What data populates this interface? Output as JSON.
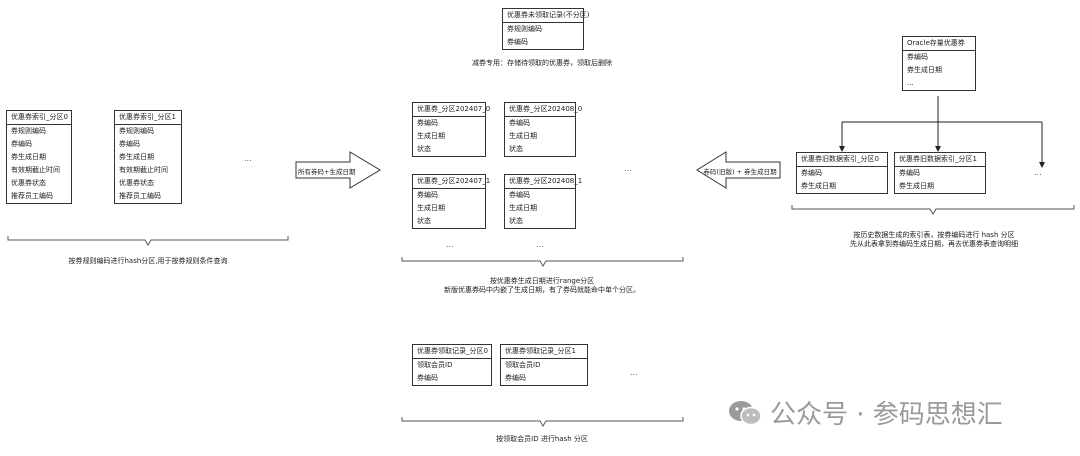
{
  "unused_table": {
    "title": "优惠券未领取记录(不分区)",
    "rows": [
      "券规则编码",
      "券编码"
    ],
    "note": "减券专用：存储待领取的优惠券，领取后删除"
  },
  "index_tables": [
    {
      "title": "优惠券索引_分区0",
      "rows": [
        "券规则编码",
        "券编码",
        "券生成日期",
        "有效期截止时间",
        "优惠券状态",
        "推荐员工编码"
      ]
    },
    {
      "title": "优惠券索引_分区1",
      "rows": [
        "券规则编码",
        "券编码",
        "券生成日期",
        "有效期截止时间",
        "优惠券状态",
        "推荐员工编码"
      ]
    }
  ],
  "index_note": "按券规则编码进行hash分区,用于按券规则条件查询",
  "arrow_left_label": "所有券码+生成日期",
  "coupon_tables": [
    {
      "title": "优惠券_分区202407_0",
      "rows": [
        "券编码",
        "生成日期",
        "状态"
      ]
    },
    {
      "title": "优惠券_分区202408_0",
      "rows": [
        "券编码",
        "生成日期",
        "状态"
      ]
    },
    {
      "title": "优惠券_分区202407_1",
      "rows": [
        "券编码",
        "生成日期",
        "状态"
      ]
    },
    {
      "title": "优惠券_分区202408_1",
      "rows": [
        "券编码",
        "生成日期",
        "状态"
      ]
    }
  ],
  "coupon_note_line1": "按优惠券生成日期进行range分区",
  "coupon_note_line2": "新版优惠券码中内嵌了生成日期，有了券码就能命中单个分区。",
  "arrow_right_label": "券码(旧版) + 券生成日期",
  "oracle_table": {
    "title": "Oracle存量优惠券",
    "rows": [
      "券编码",
      "券生成日期",
      "..."
    ]
  },
  "old_index_tables": [
    {
      "title": "优惠券旧数据索引_分区0",
      "rows": [
        "券编码",
        "券生成日期"
      ]
    },
    {
      "title": "优惠券旧数据索引_分区1",
      "rows": [
        "券编码",
        "券生成日期"
      ]
    }
  ],
  "old_note_line1": "按历史数据生成的索引表，按券编码进行 hash 分区",
  "old_note_line2": "先从此表拿到券编码生成日期，再去优惠券表查询明细",
  "record_tables": [
    {
      "title": "优惠券领取记录_分区0",
      "rows": [
        "领取会员ID",
        "券编码"
      ]
    },
    {
      "title": "优惠券领取记录_分区1",
      "rows": [
        "领取会员ID",
        "券编码"
      ]
    }
  ],
  "record_note": "按领取会员ID 进行hash 分区",
  "ellipsis": "...",
  "watermark": "公众号 · 参码思想汇",
  "colors": {
    "line": "#333333",
    "watermark": "#9a9a9a"
  }
}
